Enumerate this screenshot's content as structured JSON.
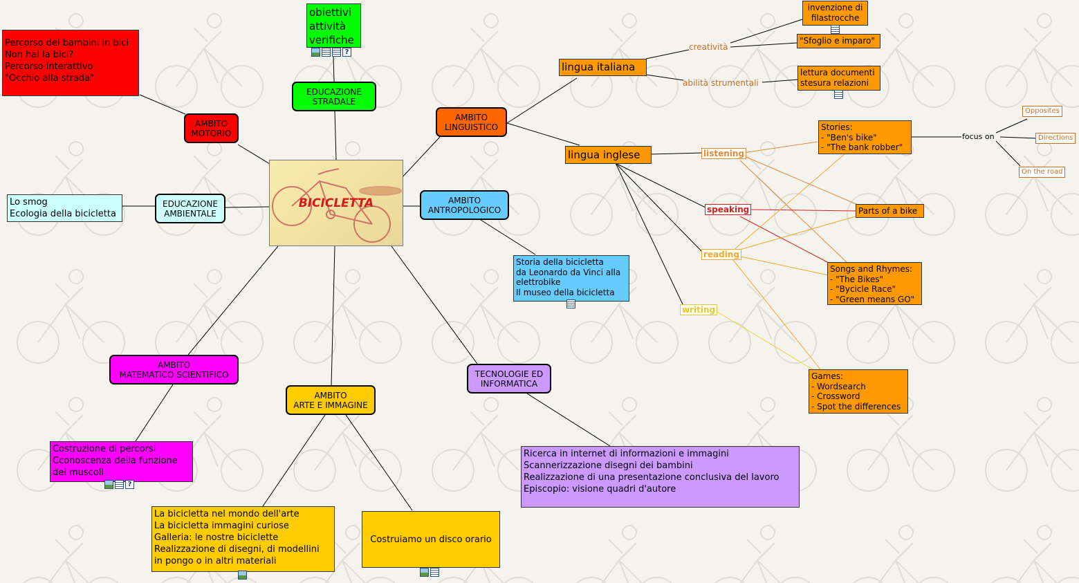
{
  "center": {
    "title": "BICICLETTA"
  },
  "branches": {
    "motorio": "AMBITO\nMOTORIO",
    "stradale": "EDUCAZIONE\nSTRADALE",
    "linguistico": "AMBITO\nLINGUISTICO",
    "antropologico": "AMBITO\nANTROPOLOGICO",
    "ambientale": "EDUCAZIONE\nAMBIENTALE",
    "matematico": "AMBITO\nMATEMATICO SCIENTIFICO",
    "arte": "AMBITO\nARTE E IMMAGINE",
    "tecnologie": "TECNOLOGIE ED\nINFORMATICA"
  },
  "notes": {
    "motorio": "Percorso dei bambini in bici\nNon hai la bici?\n      Percorso interattivo\n       \"Occhio alla strada\"",
    "stradale": "obiettivi\nattività\nverifiche",
    "ambientale": "Lo smog\nEcologia della bicicletta",
    "antropologico": "Storia della bicicletta\nda Leonardo da Vinci alla\nelettrobike\nIl museo della bicicletta",
    "matematico": "Costruzione di percorsi\nCconoscenza della funzione\ndei muscoli",
    "arte_1": "La bicicletta nel mondo dell'arte\nLa bicicletta immagini curiose\nGalleria:  le nostre biciclette\nRealizzazione di disegni, di  modellini\nin pongo o in altri materiali",
    "arte_2": "Costruiamo un disco orario",
    "tecnologie": "Ricerca in internet di informazioni e immagini\nScannerizzazione disegni dei bambini\nRealizzazione di una presentazione conclusiva del lavoro\nEpiscopio:  visione quadri d'autore"
  },
  "italiano": {
    "title": "lingua italiana",
    "creativita": "creatività",
    "abilita": "abilità strumentali",
    "invenzione": "invenzione di\nfilastrocche",
    "sfoglio": "\"Sfoglio e imparo\"",
    "lettura": "lettura documenti\nstesura relazioni"
  },
  "inglese": {
    "title": "lingua inglese",
    "listening": "listening",
    "speaking": "speaking",
    "reading": "reading",
    "writing": "writing",
    "stories": "Stories:\n- \"Ben's bike\"\n- \"The bank robber\"",
    "parts": "Parts of a bike",
    "songs": "Songs and Rhymes:\n- \"The Bikes\"\n- \"Bycicle Race\"\n- \"Green means GO\"",
    "games": "Games:\n- Wordsearch\n- Crossword\n- Spot the differences",
    "focus": "focus on",
    "opposites": "Opposites",
    "directions": "Directions",
    "road": "On the road"
  },
  "colors": {
    "motorio": "#ff0000",
    "stradale": "#00ff00",
    "linguistico": "#ff6600",
    "antropologico": "#66ccff",
    "ambientale": "#ccffff",
    "matematico": "#ff00ff",
    "arte": "#ffcc00",
    "tecnologie": "#cc99ff",
    "orange_node": "#ff9900",
    "listening": "#e08a3a",
    "speaking": "#d82020",
    "reading": "#f0a830",
    "writing": "#f0d040"
  },
  "icons": {
    "image": "image-icon",
    "document": "document-icon",
    "help": "help-icon"
  }
}
